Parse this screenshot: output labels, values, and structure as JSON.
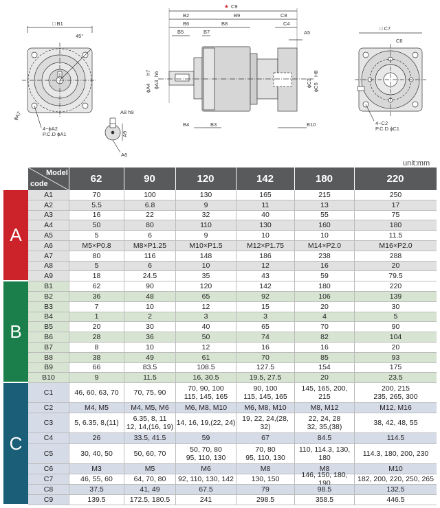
{
  "unit_label": "unit:mm",
  "drawing": {
    "front_view": {
      "dim_B1": "□ B1",
      "angle": "45°",
      "dim_A7": "ϕA7",
      "holes": "4−ϕA2",
      "pcd": "P.C.D ϕA1"
    },
    "key_view": {
      "dim_A8": "A8 h9",
      "dim_A9": "A9",
      "dim_A6": "A6"
    },
    "side_view": {
      "star": "★",
      "dim_C9": "C9",
      "dim_B2": "B2",
      "dim_B9": "B9",
      "dim_C8": "C8",
      "dim_B6": "B6",
      "dim_B8": "B8",
      "dim_C4": "C4",
      "dim_B5": "B5",
      "dim_B7": "B7",
      "dim_A5": "A5",
      "dim_A4": "ϕA4",
      "dim_h7": "h7",
      "dim_A3": "ϕA3",
      "dim_h6": "h6",
      "dim_C3": "ϕC3",
      "dim_C5": "ϕC5",
      "dim_H8": "H8",
      "dim_B4": "B4",
      "dim_B3": "B3",
      "dim_B10": "B10"
    },
    "rear_view": {
      "dim_C7": "□ C7",
      "dim_C6": "C6",
      "holes": "4−C2",
      "pcd": "P.C.D ϕC1"
    }
  },
  "groups": [
    {
      "letter": "A",
      "color": "#cc2229"
    },
    {
      "letter": "B",
      "color": "#1a7f4a"
    },
    {
      "letter": "C",
      "color": "#1a5e78"
    }
  ],
  "header": {
    "model_label": "Model",
    "code_label": "code",
    "models": [
      "62",
      "90",
      "120",
      "142",
      "180",
      "220"
    ]
  },
  "rows": [
    {
      "code": "A1",
      "group": 0,
      "values": [
        "70",
        "100",
        "130",
        "165",
        "215",
        "250"
      ]
    },
    {
      "code": "A2",
      "group": 0,
      "values": [
        "5.5",
        "6.8",
        "9",
        "11",
        "13",
        "17"
      ]
    },
    {
      "code": "A3",
      "group": 0,
      "values": [
        "16",
        "22",
        "32",
        "40",
        "55",
        "75"
      ]
    },
    {
      "code": "A4",
      "group": 0,
      "values": [
        "50",
        "80",
        "110",
        "130",
        "160",
        "180"
      ]
    },
    {
      "code": "A5",
      "group": 0,
      "values": [
        "5",
        "6",
        "9",
        "10",
        "10",
        "11.5"
      ]
    },
    {
      "code": "A6",
      "group": 0,
      "values": [
        "M5×P0.8",
        "M8×P1.25",
        "M10×P1.5",
        "M12×P1.75",
        "M14×P2.0",
        "M16×P2.0"
      ]
    },
    {
      "code": "A7",
      "group": 0,
      "values": [
        "80",
        "116",
        "148",
        "186",
        "238",
        "288"
      ]
    },
    {
      "code": "A8",
      "group": 0,
      "values": [
        "5",
        "6",
        "10",
        "12",
        "16",
        "20"
      ]
    },
    {
      "code": "A9",
      "group": 0,
      "values": [
        "18",
        "24.5",
        "35",
        "43",
        "59",
        "79.5"
      ]
    },
    {
      "code": "B1",
      "group": 1,
      "values": [
        "62",
        "90",
        "120",
        "142",
        "180",
        "220"
      ]
    },
    {
      "code": "B2",
      "group": 1,
      "values": [
        "36",
        "48",
        "65",
        "92",
        "106",
        "139"
      ]
    },
    {
      "code": "B3",
      "group": 1,
      "values": [
        "7",
        "10",
        "12",
        "15",
        "20",
        "30"
      ]
    },
    {
      "code": "B4",
      "group": 1,
      "values": [
        "1",
        "2",
        "3",
        "3",
        "4",
        "5"
      ]
    },
    {
      "code": "B5",
      "group": 1,
      "values": [
        "20",
        "30",
        "40",
        "65",
        "70",
        "90"
      ]
    },
    {
      "code": "B6",
      "group": 1,
      "values": [
        "28",
        "36",
        "50",
        "74",
        "82",
        "104"
      ]
    },
    {
      "code": "B7",
      "group": 1,
      "values": [
        "8",
        "10",
        "12",
        "16",
        "16",
        "20"
      ]
    },
    {
      "code": "B8",
      "group": 1,
      "values": [
        "38",
        "49",
        "61",
        "70",
        "85",
        "93"
      ]
    },
    {
      "code": "B9",
      "group": 1,
      "values": [
        "66",
        "83.5",
        "108.5",
        "127.5",
        "154",
        "175"
      ]
    },
    {
      "code": "B10",
      "group": 1,
      "values": [
        "9",
        "11.5",
        "16, 30.5",
        "19.5, 27.5",
        "20",
        "23.5"
      ]
    },
    {
      "code": "C1",
      "group": 2,
      "values": [
        "46, 60, 63, 70",
        "70, 75, 90",
        "70, 90, 100\n115, 145, 165",
        "90, 100\n115, 145, 165",
        "145, 165, 200, 215",
        "200, 215\n235, 265, 300"
      ]
    },
    {
      "code": "C2",
      "group": 2,
      "values": [
        "M4, M5",
        "M4, M5, M6",
        "M6, M8, M10",
        "M6, M8, M10",
        "M8,   M12",
        "M12, M16"
      ]
    },
    {
      "code": "C3",
      "group": 2,
      "values": [
        "5, 6.35, 8,(11)",
        "6.35, 8, 11\n12, 14,(16, 19)",
        "14, 16, 19,(22, 24)",
        "19, 22, 24,(28, 32)",
        "22, 24, 28\n32, 35,(38)",
        "38, 42, 48, 55"
      ]
    },
    {
      "code": "C4",
      "group": 2,
      "values": [
        "26",
        "33.5, 41.5",
        "59",
        "67",
        "84.5",
        "114.5"
      ]
    },
    {
      "code": "C5",
      "group": 2,
      "values": [
        "30, 40, 50",
        "50, 60, 70",
        "50, 70, 80\n95, 110, 130",
        "70, 80\n95, 110, 130",
        "110, 114.3, 130, 180",
        "114.3, 180, 200, 230"
      ]
    },
    {
      "code": "C6",
      "group": 2,
      "values": [
        "M3",
        "M5",
        "M6",
        "M8",
        "M8",
        "M10"
      ]
    },
    {
      "code": "C7",
      "group": 2,
      "values": [
        "46, 55, 60",
        "64, 70, 80",
        "92, 110, 130, 142",
        "130, 150",
        "146, 150, 180, 190",
        "182, 200, 220, 250, 265"
      ]
    },
    {
      "code": "C8",
      "group": 2,
      "values": [
        "37.5",
        "41, 49",
        "67.5",
        "79",
        "98.5",
        "132.5"
      ]
    },
    {
      "code": "C9",
      "group": 2,
      "values": [
        "139.5",
        "172.5, 180.5",
        "241",
        "298.5",
        "358.5",
        "446.5"
      ]
    }
  ],
  "colors": {
    "header": "#585a5c",
    "shade": "#e1e1e1",
    "shade_b": "#d7e4d2",
    "shade_c": "#d5dbe7",
    "code_a": "#e1e1e1"
  }
}
